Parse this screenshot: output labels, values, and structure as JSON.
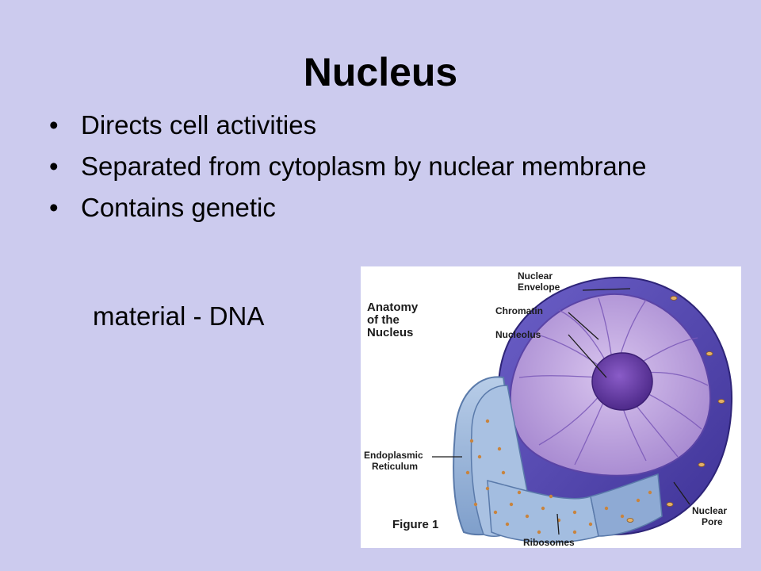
{
  "slide": {
    "title": "Nucleus",
    "bullets": [
      {
        "text": "Directs cell activities"
      },
      {
        "text": "Separated from cytoplasm by nuclear membrane"
      },
      {
        "text": "Contains genetic"
      }
    ],
    "continuation": "material - DNA",
    "bullet_glyph": "•"
  },
  "figure": {
    "heading_line1": "Anatomy",
    "heading_line2": "of the",
    "heading_line3": "Nucleus",
    "label_envelope_1": "Nuclear",
    "label_envelope_2": "Envelope",
    "label_chromatin": "Chromatin",
    "label_nucleolus": "Nucleolus",
    "label_er_1": "Endoplasmic",
    "label_er_2": "Reticulum",
    "label_pore_1": "Nuclear",
    "label_pore_2": "Pore",
    "label_ribosomes": "Ribosomes",
    "caption": "Figure 1"
  },
  "colors": {
    "background": "#cccbee",
    "nucleus_outer": "#5c4fb8",
    "nucleus_inner": "#b79ad8",
    "nucleolus": "#6a3aa8",
    "er": "#9db8dc"
  }
}
